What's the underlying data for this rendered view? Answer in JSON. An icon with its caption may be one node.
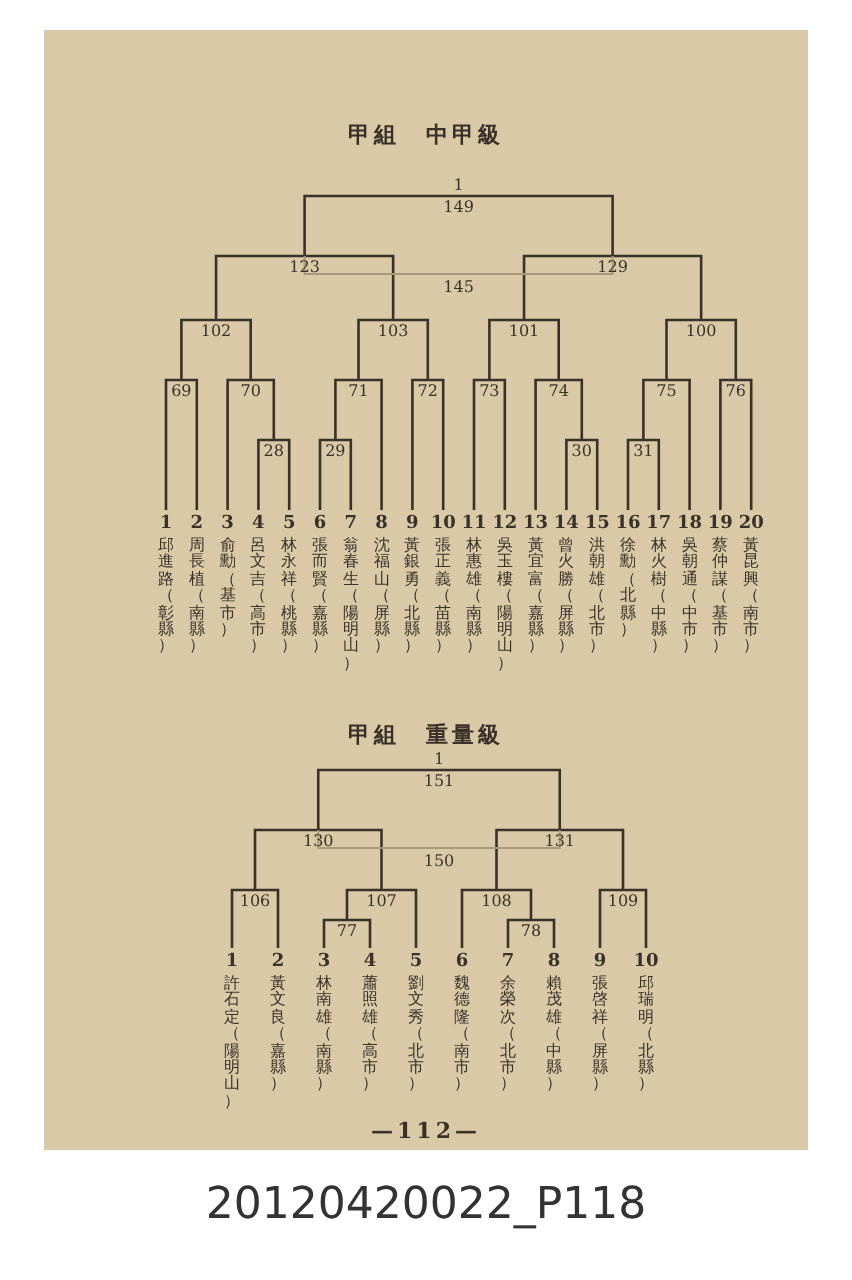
{
  "diagram": {
    "caption": "20120420022_P118",
    "labels": [
      "甲組　中甲級",
      "1",
      "149",
      "123",
      "145",
      "129",
      "102",
      "103",
      "101",
      "100",
      "69",
      "70",
      "71",
      "72",
      "73",
      "74",
      "75",
      "76",
      "28",
      "29",
      "30",
      "31",
      "1",
      "邱進路（彰縣）",
      "2",
      "周長植（南縣）",
      "3",
      "俞勳（基市）",
      "4",
      "呂文吉（高市）",
      "5",
      "林永祥（桃縣）",
      "6",
      "張而賢（嘉縣）",
      "7",
      "翁春生（陽明山）",
      "8",
      "沈福山（屏縣）",
      "9",
      "黃銀勇（北縣）",
      "10",
      "張正義（苗縣）",
      "11",
      "林惠雄（南縣）",
      "12",
      "吳玉樓（陽明山）",
      "13",
      "黃宜富（嘉縣）",
      "14",
      "曾火勝（屏縣）",
      "15",
      "洪朝雄（北市）",
      "16",
      "徐勳（北縣）",
      "17",
      "林火樹（中縣）",
      "18",
      "吳朝通（中市）",
      "19",
      "蔡仲謀（基市）",
      "20",
      "黃昆興（南市）",
      "甲組　重量級",
      "1",
      "151",
      "130",
      "150",
      "131",
      "106",
      "107",
      "108",
      "109",
      "77",
      "78",
      "1",
      "許石定（陽明山）",
      "2",
      "黃文良（嘉縣）",
      "3",
      "林南雄（南縣）",
      "4",
      "蕭照雄（高市）",
      "5",
      "劉文秀（北市）",
      "6",
      "魏德隆（南市）",
      "7",
      "余榮次（北市）",
      "8",
      "賴茂雄（中縣）",
      "9",
      "張啓祥（屏縣）",
      "10",
      "邱瑞明（北縣）",
      "—112—"
    ]
  }
}
